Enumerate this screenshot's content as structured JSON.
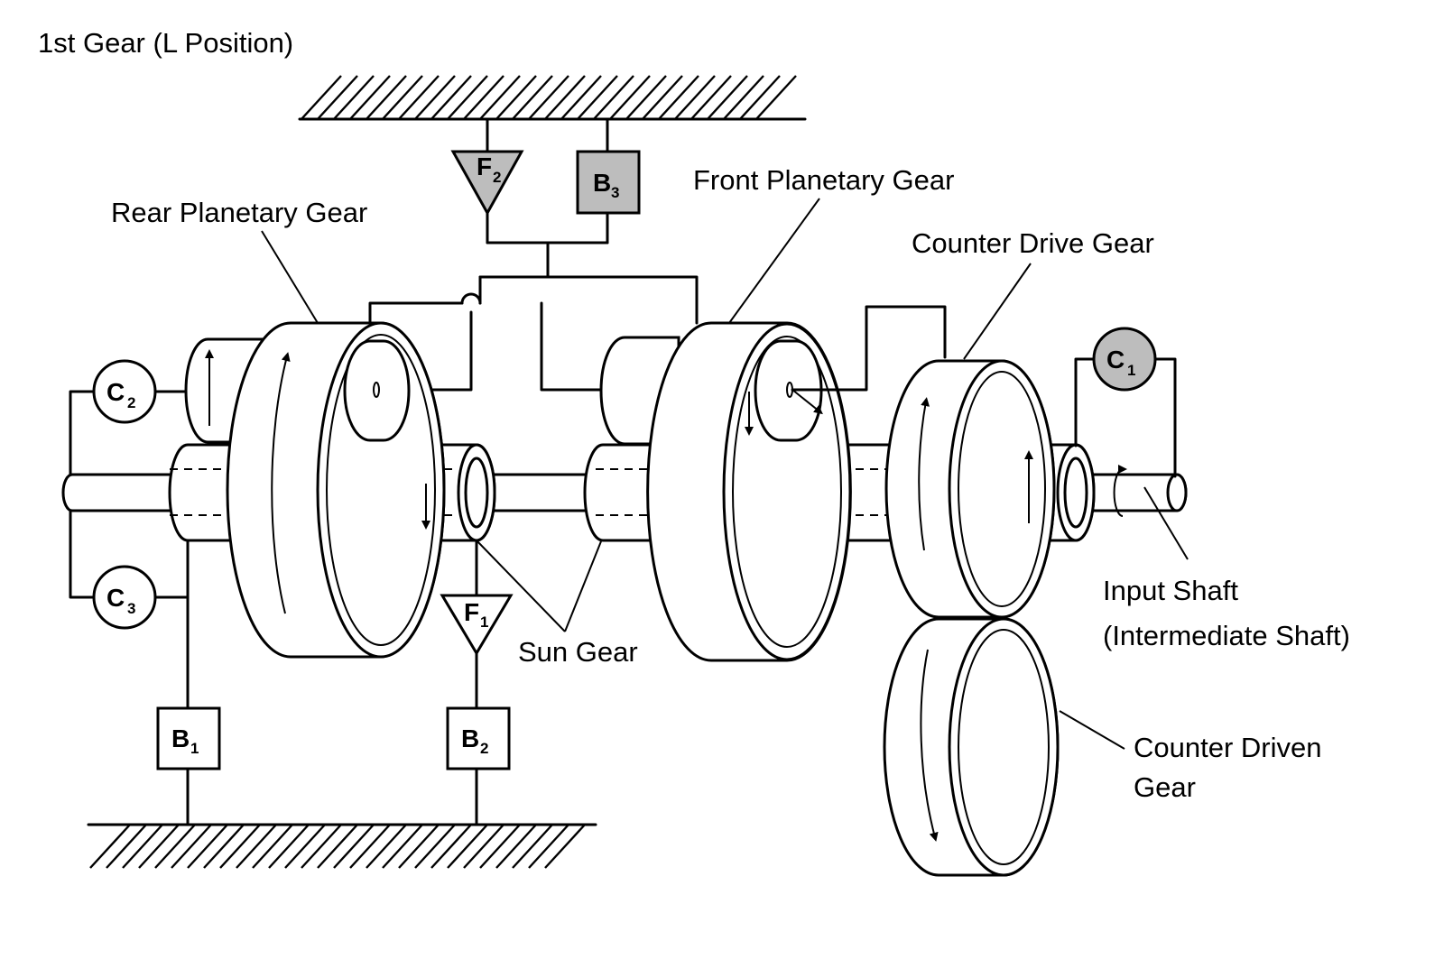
{
  "title": "1st Gear (L Position)",
  "labels": {
    "rear_planetary": "Rear Planetary Gear",
    "front_planetary": "Front Planetary Gear",
    "counter_drive": "Counter Drive Gear",
    "sun_gear": "Sun Gear",
    "input_shaft_1": "Input Shaft",
    "input_shaft_2": "(Intermediate Shaft)",
    "counter_driven_1": "Counter Driven",
    "counter_driven_2": "Gear"
  },
  "components": {
    "c1": {
      "letter": "C",
      "sub": "1",
      "engaged": true
    },
    "c2": {
      "letter": "C",
      "sub": "2",
      "engaged": false
    },
    "c3": {
      "letter": "C",
      "sub": "3",
      "engaged": false
    },
    "b1": {
      "letter": "B",
      "sub": "1",
      "engaged": false
    },
    "b2": {
      "letter": "B",
      "sub": "2",
      "engaged": false
    },
    "b3": {
      "letter": "B",
      "sub": "3",
      "engaged": true
    },
    "f1": {
      "letter": "F",
      "sub": "1",
      "engaged": false
    },
    "f2": {
      "letter": "F",
      "sub": "2",
      "engaged": true
    }
  },
  "colors": {
    "engaged": "#bdbdbd",
    "line": "#000000",
    "background": "#ffffff"
  }
}
